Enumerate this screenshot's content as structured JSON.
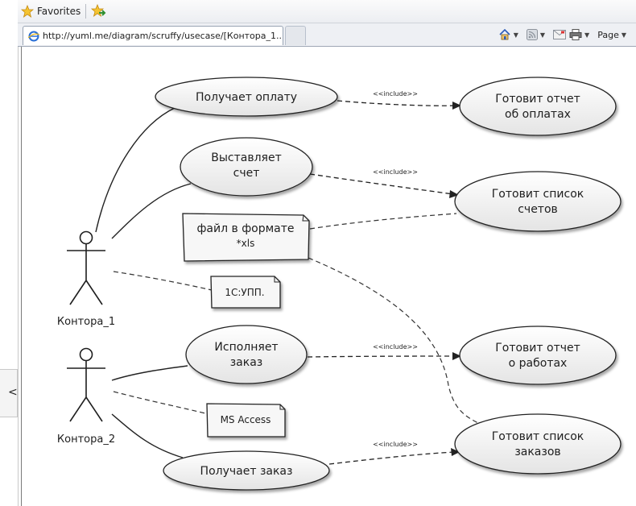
{
  "toolbar": {
    "favorites_label": "Favorites",
    "page_label": "Page"
  },
  "tab": {
    "title": "http://yuml.me/diagram/scruffy/usecase/[Контора_1..."
  },
  "left_widget": {
    "text": "<"
  },
  "diagram": {
    "actors": [
      {
        "name": "Контора_1"
      },
      {
        "name": "Контора_2"
      }
    ],
    "use_cases": [
      {
        "id": "receive_payment",
        "lines": [
          "Получает оплату"
        ]
      },
      {
        "id": "issue_invoice",
        "lines": [
          "Выставляет",
          "счет"
        ]
      },
      {
        "id": "execute_order",
        "lines": [
          "Исполняет",
          "заказ"
        ]
      },
      {
        "id": "receive_order",
        "lines": [
          "Получает заказ"
        ]
      },
      {
        "id": "payment_report",
        "lines": [
          "Готовит отчет",
          "об оплатах"
        ]
      },
      {
        "id": "invoice_list",
        "lines": [
          "Готовит список",
          "счетов"
        ]
      },
      {
        "id": "work_report",
        "lines": [
          "Готовит отчет",
          "о работах"
        ]
      },
      {
        "id": "order_list",
        "lines": [
          "Готовит список",
          "заказов"
        ]
      }
    ],
    "notes": [
      {
        "id": "xls_note",
        "lines": [
          "файл в формате",
          "*xls"
        ]
      },
      {
        "id": "upp_note",
        "lines": [
          "1С:УПП."
        ]
      },
      {
        "id": "access_note",
        "lines": [
          "MS Access"
        ]
      }
    ],
    "include_label": "<<include>>"
  }
}
